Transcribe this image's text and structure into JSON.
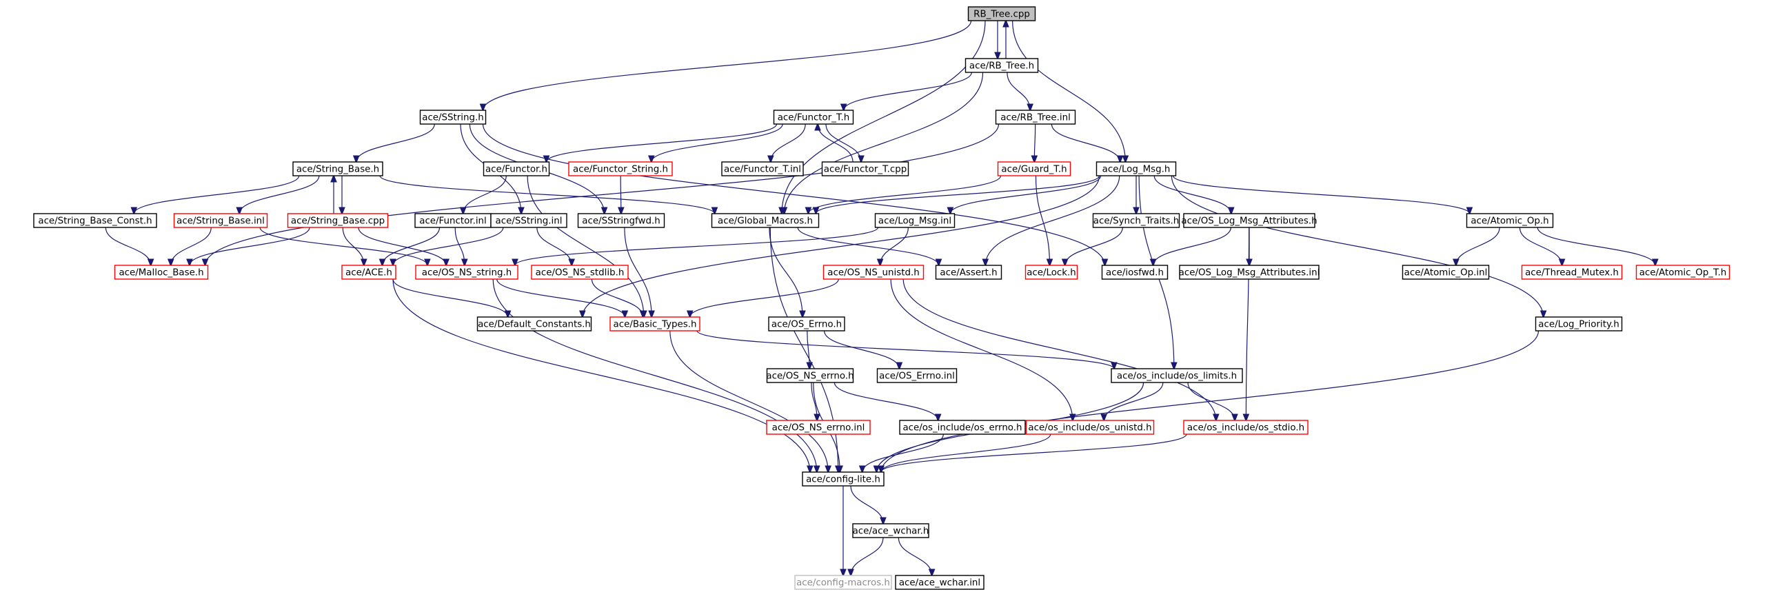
{
  "graph": {
    "nodes": [
      {
        "id": "RB_Tree_cpp",
        "label": "RB_Tree.cpp",
        "style": "root"
      },
      {
        "id": "RB_Tree_h",
        "label": "ace/RB_Tree.h",
        "style": "normal"
      },
      {
        "id": "SString_h",
        "label": "ace/SString.h",
        "style": "normal"
      },
      {
        "id": "Functor_T_h",
        "label": "ace/Functor_T.h",
        "style": "normal"
      },
      {
        "id": "RB_Tree_inl",
        "label": "ace/RB_Tree.inl",
        "style": "normal"
      },
      {
        "id": "String_Base_h",
        "label": "ace/String_Base.h",
        "style": "normal"
      },
      {
        "id": "Functor_h",
        "label": "ace/Functor.h",
        "style": "normal"
      },
      {
        "id": "Functor_String_h",
        "label": "ace/Functor_String.h",
        "style": "red"
      },
      {
        "id": "Functor_T_inl",
        "label": "ace/Functor_T.inl",
        "style": "normal"
      },
      {
        "id": "Functor_T_cpp",
        "label": "ace/Functor_T.cpp",
        "style": "normal"
      },
      {
        "id": "Guard_T_h",
        "label": "ace/Guard_T.h",
        "style": "red"
      },
      {
        "id": "Log_Msg_h",
        "label": "ace/Log_Msg.h",
        "style": "normal"
      },
      {
        "id": "String_Base_Const_h",
        "label": "ace/String_Base_Const.h",
        "style": "normal"
      },
      {
        "id": "String_Base_inl",
        "label": "ace/String_Base.inl",
        "style": "red"
      },
      {
        "id": "String_Base_cpp",
        "label": "ace/String_Base.cpp",
        "style": "red"
      },
      {
        "id": "Functor_inl",
        "label": "ace/Functor.inl",
        "style": "normal"
      },
      {
        "id": "SString_inl",
        "label": "ace/SString.inl",
        "style": "normal"
      },
      {
        "id": "SStringfwd_h",
        "label": "ace/SStringfwd.h",
        "style": "normal"
      },
      {
        "id": "Global_Macros_h",
        "label": "ace/Global_Macros.h",
        "style": "normal"
      },
      {
        "id": "Log_Msg_inl",
        "label": "ace/Log_Msg.inl",
        "style": "normal"
      },
      {
        "id": "Synch_Traits_h",
        "label": "ace/Synch_Traits.h",
        "style": "normal"
      },
      {
        "id": "OS_Log_Msg_Attributes_h",
        "label": "ace/OS_Log_Msg_Attributes.h",
        "style": "normal"
      },
      {
        "id": "Atomic_Op_h",
        "label": "ace/Atomic_Op.h",
        "style": "normal"
      },
      {
        "id": "Malloc_Base_h",
        "label": "ace/Malloc_Base.h",
        "style": "red"
      },
      {
        "id": "ACE_h",
        "label": "ace/ACE.h",
        "style": "red"
      },
      {
        "id": "OS_NS_string_h",
        "label": "ace/OS_NS_string.h",
        "style": "red"
      },
      {
        "id": "OS_NS_stdlib_h",
        "label": "ace/OS_NS_stdlib.h",
        "style": "red"
      },
      {
        "id": "OS_NS_unistd_h",
        "label": "ace/OS_NS_unistd.h",
        "style": "red"
      },
      {
        "id": "Assert_h",
        "label": "ace/Assert.h",
        "style": "normal"
      },
      {
        "id": "Lock_h",
        "label": "ace/Lock.h",
        "style": "red"
      },
      {
        "id": "iosfwd_h",
        "label": "ace/iosfwd.h",
        "style": "normal"
      },
      {
        "id": "OS_Log_Msg_Attributes_inl",
        "label": "ace/OS_Log_Msg_Attributes.inl",
        "style": "normal"
      },
      {
        "id": "Atomic_Op_inl",
        "label": "ace/Atomic_Op.inl",
        "style": "normal"
      },
      {
        "id": "Thread_Mutex_h",
        "label": "ace/Thread_Mutex.h",
        "style": "red"
      },
      {
        "id": "Atomic_Op_T_h",
        "label": "ace/Atomic_Op_T.h",
        "style": "red"
      },
      {
        "id": "Default_Constants_h",
        "label": "ace/Default_Constants.h",
        "style": "normal"
      },
      {
        "id": "Basic_Types_h",
        "label": "ace/Basic_Types.h",
        "style": "red"
      },
      {
        "id": "OS_Errno_h",
        "label": "ace/OS_Errno.h",
        "style": "normal"
      },
      {
        "id": "Log_Priority_h",
        "label": "ace/Log_Priority.h",
        "style": "normal"
      },
      {
        "id": "OS_NS_errno_h",
        "label": "ace/OS_NS_errno.h",
        "style": "normal"
      },
      {
        "id": "OS_Errno_inl",
        "label": "ace/OS_Errno.inl",
        "style": "normal"
      },
      {
        "id": "os_limits_h",
        "label": "ace/os_include/os_limits.h",
        "style": "normal"
      },
      {
        "id": "OS_NS_errno_inl",
        "label": "ace/OS_NS_errno.inl",
        "style": "red"
      },
      {
        "id": "os_errno_h",
        "label": "ace/os_include/os_errno.h",
        "style": "normal"
      },
      {
        "id": "os_unistd_h",
        "label": "ace/os_include/os_unistd.h",
        "style": "red"
      },
      {
        "id": "os_stdio_h",
        "label": "ace/os_include/os_stdio.h",
        "style": "red"
      },
      {
        "id": "config_lite_h",
        "label": "ace/config-lite.h",
        "style": "normal"
      },
      {
        "id": "ace_wchar_h",
        "label": "ace/ace_wchar.h",
        "style": "normal"
      },
      {
        "id": "config_macros_h",
        "label": "ace/config-macros.h",
        "style": "gray"
      },
      {
        "id": "ace_wchar_inl",
        "label": "ace/ace_wchar.inl",
        "style": "normal"
      }
    ],
    "edges": [
      [
        "RB_Tree_cpp",
        "RB_Tree_h"
      ],
      [
        "RB_Tree_cpp",
        "SString_h"
      ],
      [
        "RB_Tree_cpp",
        "Global_Macros_h"
      ],
      [
        "RB_Tree_cpp",
        "Log_Msg_h"
      ],
      [
        "RB_Tree_h",
        "RB_Tree_cpp"
      ],
      [
        "RB_Tree_h",
        "Functor_T_h"
      ],
      [
        "RB_Tree_h",
        "RB_Tree_inl"
      ],
      [
        "RB_Tree_h",
        "Global_Macros_h"
      ],
      [
        "SString_h",
        "String_Base_h"
      ],
      [
        "SString_h",
        "SString_inl"
      ],
      [
        "SString_h",
        "SStringfwd_h"
      ],
      [
        "SString_h",
        "iosfwd_h"
      ],
      [
        "Functor_T_h",
        "Functor_h"
      ],
      [
        "Functor_T_h",
        "Functor_String_h"
      ],
      [
        "Functor_T_h",
        "Functor_T_inl"
      ],
      [
        "Functor_T_h",
        "Functor_T_cpp"
      ],
      [
        "Functor_T_cpp",
        "Functor_T_h"
      ],
      [
        "RB_Tree_inl",
        "Guard_T_h"
      ],
      [
        "RB_Tree_inl",
        "Log_Msg_h"
      ],
      [
        "RB_Tree_inl",
        "Malloc_Base_h"
      ],
      [
        "String_Base_h",
        "String_Base_Const_h"
      ],
      [
        "String_Base_h",
        "String_Base_inl"
      ],
      [
        "String_Base_h",
        "String_Base_cpp"
      ],
      [
        "String_Base_h",
        "Global_Macros_h"
      ],
      [
        "String_Base_cpp",
        "String_Base_h"
      ],
      [
        "String_Base_Const_h",
        "Malloc_Base_h"
      ],
      [
        "String_Base_inl",
        "Malloc_Base_h"
      ],
      [
        "String_Base_inl",
        "OS_NS_string_h"
      ],
      [
        "String_Base_cpp",
        "Malloc_Base_h"
      ],
      [
        "String_Base_cpp",
        "ACE_h"
      ],
      [
        "String_Base_cpp",
        "OS_NS_string_h"
      ],
      [
        "Functor_h",
        "Functor_inl"
      ],
      [
        "Functor_h",
        "Basic_Types_h"
      ],
      [
        "Functor_String_h",
        "SStringfwd_h"
      ],
      [
        "Functor_inl",
        "ACE_h"
      ],
      [
        "Functor_inl",
        "OS_NS_string_h"
      ],
      [
        "SString_inl",
        "ACE_h"
      ],
      [
        "SString_inl",
        "OS_NS_stdlib_h"
      ],
      [
        "SStringfwd_h",
        "Basic_Types_h"
      ],
      [
        "Guard_T_h",
        "Global_Macros_h"
      ],
      [
        "Guard_T_h",
        "Lock_h"
      ],
      [
        "Log_Msg_h",
        "Global_Macros_h"
      ],
      [
        "Log_Msg_h",
        "Default_Constants_h"
      ],
      [
        "Log_Msg_h",
        "Log_Msg_inl"
      ],
      [
        "Log_Msg_h",
        "Synch_Traits_h"
      ],
      [
        "Log_Msg_h",
        "OS_Log_Msg_Attributes_h"
      ],
      [
        "Log_Msg_h",
        "Atomic_Op_h"
      ],
      [
        "Log_Msg_h",
        "Assert_h"
      ],
      [
        "Log_Msg_h",
        "Log_Priority_h"
      ],
      [
        "Log_Msg_h",
        "os_limits_h"
      ],
      [
        "Global_Macros_h",
        "Assert_h"
      ],
      [
        "Global_Macros_h",
        "OS_Errno_h"
      ],
      [
        "Global_Macros_h",
        "config_lite_h"
      ],
      [
        "Log_Msg_inl",
        "OS_NS_string_h"
      ],
      [
        "Log_Msg_inl",
        "OS_NS_unistd_h"
      ],
      [
        "Synch_Traits_h",
        "Lock_h"
      ],
      [
        "OS_Log_Msg_Attributes_h",
        "iosfwd_h"
      ],
      [
        "OS_Log_Msg_Attributes_h",
        "OS_Log_Msg_Attributes_inl"
      ],
      [
        "OS_Log_Msg_Attributes_h",
        "os_stdio_h"
      ],
      [
        "Atomic_Op_h",
        "Atomic_Op_inl"
      ],
      [
        "Atomic_Op_h",
        "Thread_Mutex_h"
      ],
      [
        "Atomic_Op_h",
        "Atomic_Op_T_h"
      ],
      [
        "ACE_h",
        "Default_Constants_h"
      ],
      [
        "ACE_h",
        "config_lite_h"
      ],
      [
        "OS_NS_string_h",
        "Basic_Types_h"
      ],
      [
        "OS_NS_string_h",
        "config_lite_h"
      ],
      [
        "OS_NS_stdlib_h",
        "Basic_Types_h"
      ],
      [
        "OS_NS_unistd_h",
        "Basic_Types_h"
      ],
      [
        "OS_NS_unistd_h",
        "os_unistd_h"
      ],
      [
        "OS_NS_unistd_h",
        "os_stdio_h"
      ],
      [
        "Basic_Types_h",
        "os_limits_h"
      ],
      [
        "Basic_Types_h",
        "config_lite_h"
      ],
      [
        "OS_Errno_h",
        "OS_NS_errno_h"
      ],
      [
        "OS_Errno_h",
        "OS_Errno_inl"
      ],
      [
        "OS_NS_errno_h",
        "OS_NS_errno_inl"
      ],
      [
        "OS_NS_errno_h",
        "os_errno_h"
      ],
      [
        "OS_NS_errno_h",
        "config_lite_h"
      ],
      [
        "os_limits_h",
        "os_unistd_h"
      ],
      [
        "os_limits_h",
        "os_stdio_h"
      ],
      [
        "os_limits_h",
        "config_lite_h"
      ],
      [
        "os_errno_h",
        "config_lite_h"
      ],
      [
        "os_unistd_h",
        "config_lite_h"
      ],
      [
        "os_stdio_h",
        "config_lite_h"
      ],
      [
        "Log_Priority_h",
        "config_lite_h"
      ],
      [
        "config_lite_h",
        "ace_wchar_h"
      ],
      [
        "config_lite_h",
        "config_macros_h"
      ],
      [
        "ace_wchar_h",
        "config_macros_h"
      ],
      [
        "ace_wchar_h",
        "ace_wchar_inl"
      ]
    ]
  }
}
